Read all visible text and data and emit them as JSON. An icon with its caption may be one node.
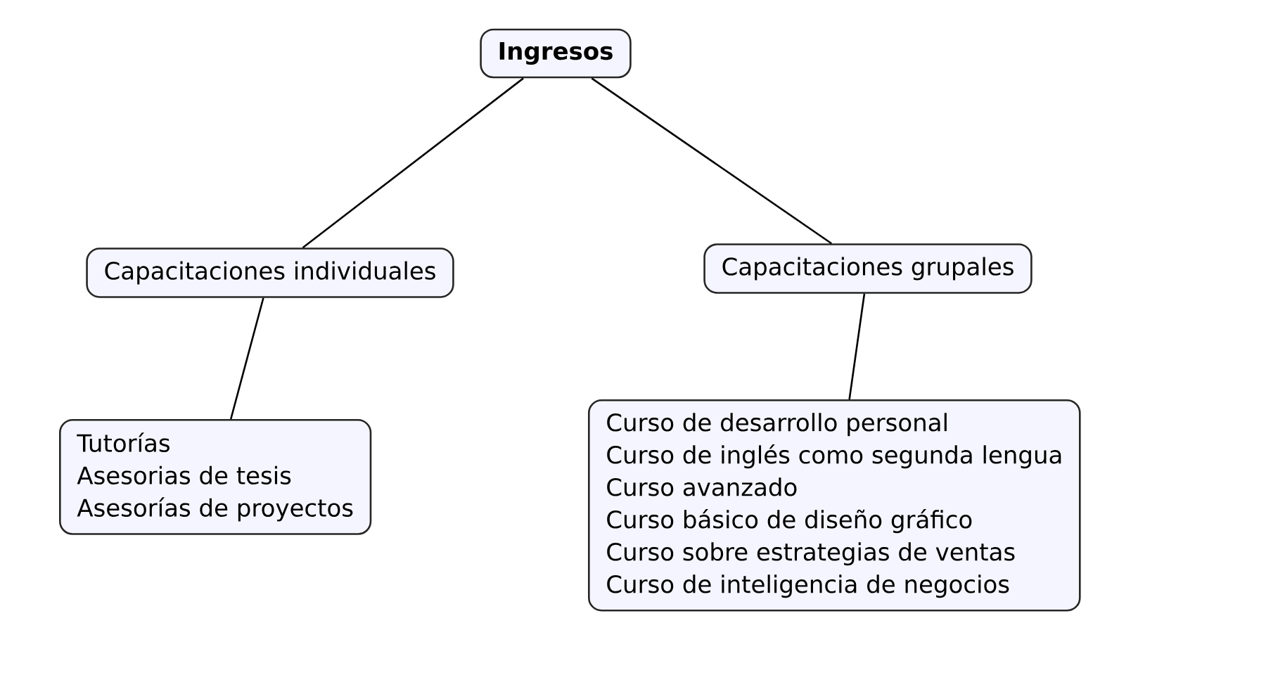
{
  "diagram": {
    "nodes": [
      {
        "text": [
          "Ingresos"
        ]
      },
      {
        "text": [
          "Capacitaciones individuales"
        ]
      },
      {
        "text": [
          "Capacitaciones grupales"
        ]
      },
      {
        "text": [
          "Tutorías",
          "Asesorias de tesis",
          "Asesorías de proyectos"
        ]
      },
      {
        "text": [
          "Curso de desarrollo personal",
          "Curso de inglés como segunda lengua",
          "Curso avanzado",
          "Curso básico de diseño gráfico",
          "Curso sobre estrategias de ventas",
          "Curso de inteligencia de negocios"
        ]
      }
    ],
    "edges": [
      {
        "from": 0,
        "to": 1,
        "arrow": "none"
      },
      {
        "from": 0,
        "to": 2,
        "arrow": "none"
      },
      {
        "from": 1,
        "to": 3,
        "arrow": "none"
      },
      {
        "from": 2,
        "to": 4,
        "arrow": "none"
      }
    ]
  }
}
